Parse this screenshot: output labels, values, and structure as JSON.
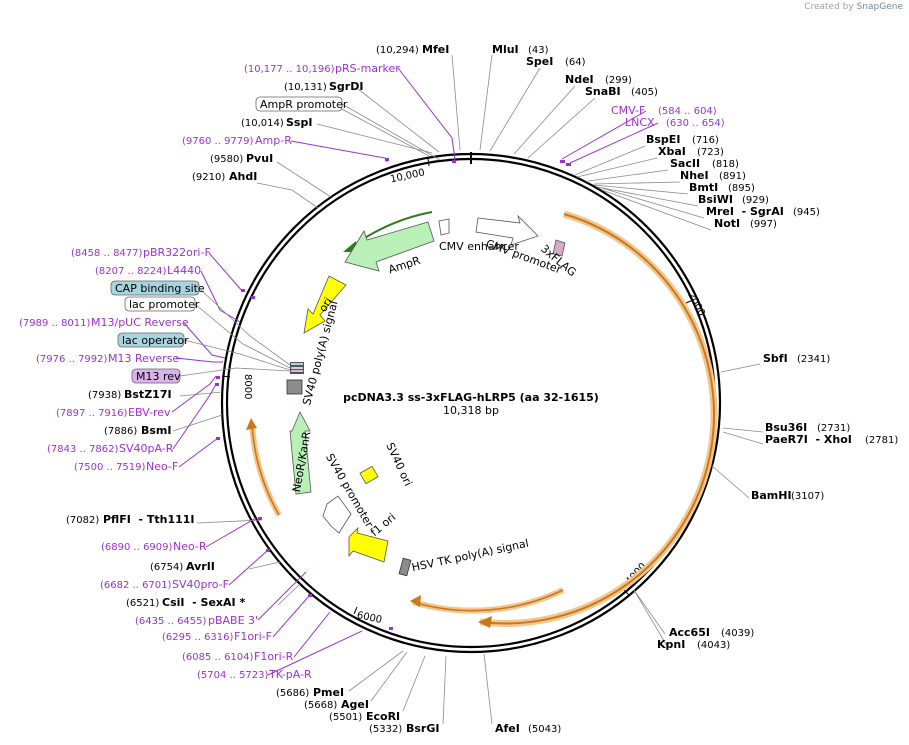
{
  "credit": {
    "prefix": "Created by",
    "brand": "SnapGene"
  },
  "plasmid": {
    "name": "pcDNA3.3 ss-3xFLAG-hLRP5 (aa 32-1615)",
    "length": "10,318 bp"
  },
  "ticks": [
    "10,000",
    "2000",
    "4000",
    "6000",
    "8000"
  ],
  "sites": [
    {
      "pos": "(10,294)",
      "name": "MfeI"
    },
    {
      "pos": "(43)",
      "name": "MluI"
    },
    {
      "pos": "(64)",
      "name": "SpeI"
    },
    {
      "pos": "(299)",
      "name": "NdeI"
    },
    {
      "pos": "(405)",
      "name": "SnaBI"
    },
    {
      "pos": "(716)",
      "name": "BspEI"
    },
    {
      "pos": "(723)",
      "name": "XbaI"
    },
    {
      "pos": "(818)",
      "name": "SacII"
    },
    {
      "pos": "(891)",
      "name": "NheI"
    },
    {
      "pos": "(895)",
      "name": "BmtI"
    },
    {
      "pos": "(929)",
      "name": "BsiWI"
    },
    {
      "pos": "(945)",
      "name": "MreI  - SgrAI"
    },
    {
      "pos": "(997)",
      "name": "NotI"
    },
    {
      "pos": "(2341)",
      "name": "SbfI"
    },
    {
      "pos": "(2731)",
      "name": "Bsu36I"
    },
    {
      "pos": "(2781)",
      "name": "PaeR7I  - XhoI"
    },
    {
      "pos": "(3107)",
      "name": "BamHI"
    },
    {
      "pos": "(4039)",
      "name": "Acc65I"
    },
    {
      "pos": "(4043)",
      "name": "KpnI"
    },
    {
      "pos": "(5043)",
      "name": "AfeI"
    },
    {
      "pos": "(5332)",
      "name": "BsrGI"
    },
    {
      "pos": "(5501)",
      "name": "EcoRI"
    },
    {
      "pos": "(5668)",
      "name": "AgeI"
    },
    {
      "pos": "(5686)",
      "name": "PmeI"
    },
    {
      "pos": "(6521)",
      "name": "CsiI  - SexAI *"
    },
    {
      "pos": "(6754)",
      "name": "AvrII"
    },
    {
      "pos": "(7082)",
      "name": "PflFI  - Tth111I"
    },
    {
      "pos": "(7886)",
      "name": "BsmI"
    },
    {
      "pos": "(7938)",
      "name": "BstZ17I"
    },
    {
      "pos": "(9210)",
      "name": "AhdI"
    },
    {
      "pos": "(9580)",
      "name": "PvuI"
    },
    {
      "pos": "(10,014)",
      "name": "SspI"
    },
    {
      "pos": "(10,131)",
      "name": "SgrDI"
    }
  ],
  "primers": [
    {
      "pos": "(10,177 .. 10,196)",
      "name": "pRS-marker"
    },
    {
      "pos": "(9760 .. 9779)",
      "name": "Amp-R"
    },
    {
      "pos": "(584 .. 604)",
      "name": "CMV-F"
    },
    {
      "pos": "(630 .. 654)",
      "name": "LNCX"
    },
    {
      "pos": "(8458 .. 8477)",
      "name": "pBR322ori-F"
    },
    {
      "pos": "(8207 .. 8224)",
      "name": "L4440"
    },
    {
      "pos": "(7989 .. 8011)",
      "name": "M13/pUC Reverse"
    },
    {
      "pos": "(7976 .. 7992)",
      "name": "M13 Reverse"
    },
    {
      "pos": "(7897 .. 7916)",
      "name": "EBV-rev"
    },
    {
      "pos": "(7843 .. 7862)",
      "name": "SV40pA-R"
    },
    {
      "pos": "(7500 .. 7519)",
      "name": "Neo-F"
    },
    {
      "pos": "(6890 .. 6909)",
      "name": "Neo-R"
    },
    {
      "pos": "(6682 .. 6701)",
      "name": "SV40pro-F"
    },
    {
      "pos": "(6435 .. 6455)",
      "name": "pBABE 3'"
    },
    {
      "pos": "(6295 .. 6316)",
      "name": "F1ori-F"
    },
    {
      "pos": "(6085 .. 6104)",
      "name": "F1ori-R"
    },
    {
      "pos": "(5704 .. 5723)",
      "name": "TK-pA-R"
    }
  ],
  "boxed_features": [
    {
      "name": "AmpR promoter",
      "kind": "white"
    },
    {
      "name": "CAP binding site",
      "kind": "blue"
    },
    {
      "name": "lac promoter",
      "kind": "white"
    },
    {
      "name": "lac operator",
      "kind": "blue"
    },
    {
      "name": "M13 rev",
      "kind": "purple"
    }
  ],
  "features": [
    {
      "name": "CMV enhancer"
    },
    {
      "name": "CMV promoter"
    },
    {
      "name": "3xFLAG"
    },
    {
      "name": "AmpR"
    },
    {
      "name": "ori"
    },
    {
      "name": "SV40 poly(A) signal"
    },
    {
      "name": "NeoR/KanR"
    },
    {
      "name": "SV40 promoter"
    },
    {
      "name": "SV40 ori"
    },
    {
      "name": "f1 ori"
    },
    {
      "name": "HSV TK poly(A) signal"
    }
  ],
  "colors": {
    "primer": "#9b30d9",
    "ampr": "#b8f0b8",
    "ori": "#ffff00",
    "orf": "#e8a33a",
    "cap_box": "#a8d4e0",
    "purple_box": "#d9b3ec",
    "flag": "#d8a8c8"
  }
}
